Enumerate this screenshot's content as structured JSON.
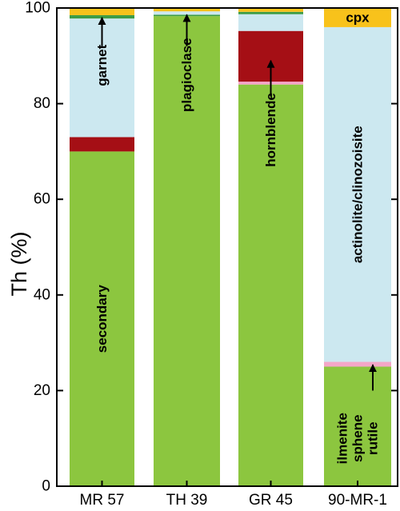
{
  "chart_data": {
    "type": "bar",
    "stacked": true,
    "ylabel": "Th (%)",
    "ylim": [
      0,
      100
    ],
    "yticks": [
      0,
      20,
      40,
      60,
      80,
      100
    ],
    "categories": [
      "MR 57",
      "TH 39",
      "GR 45",
      "90-MR-1"
    ],
    "segments": [
      {
        "category": "MR 57",
        "from": 0,
        "to": 70,
        "color": "#8cc63f"
      },
      {
        "category": "MR 57",
        "from": 70,
        "to": 73,
        "color": "#a50f15"
      },
      {
        "category": "MR 57",
        "from": 73,
        "to": 97.8,
        "color": "#cce8f0"
      },
      {
        "category": "MR 57",
        "from": 97.8,
        "to": 98.5,
        "color": "#3e9c45"
      },
      {
        "category": "MR 57",
        "from": 98.5,
        "to": 100,
        "color": "#f8c21b"
      },
      {
        "category": "TH 39",
        "from": 0,
        "to": 98.3,
        "color": "#8cc63f"
      },
      {
        "category": "TH 39",
        "from": 98.3,
        "to": 98.6,
        "color": "#3e9c45"
      },
      {
        "category": "TH 39",
        "from": 98.6,
        "to": 99.3,
        "color": "#cce8f0"
      },
      {
        "category": "TH 39",
        "from": 99.3,
        "to": 100,
        "color": "#f8c21b"
      },
      {
        "category": "GR 45",
        "from": 0,
        "to": 84,
        "color": "#8cc63f"
      },
      {
        "category": "GR 45",
        "from": 84,
        "to": 84.6,
        "color": "#f4a6c8"
      },
      {
        "category": "GR 45",
        "from": 84.6,
        "to": 95.2,
        "color": "#a50f15"
      },
      {
        "category": "GR 45",
        "from": 95.2,
        "to": 98.7,
        "color": "#cce8f0"
      },
      {
        "category": "GR 45",
        "from": 98.7,
        "to": 99.2,
        "color": "#3e9c45"
      },
      {
        "category": "GR 45",
        "from": 99.2,
        "to": 100,
        "color": "#f8c21b"
      },
      {
        "category": "90-MR-1",
        "from": 0,
        "to": 25,
        "color": "#8cc63f"
      },
      {
        "category": "90-MR-1",
        "from": 25,
        "to": 26,
        "color": "#f4a6c8"
      },
      {
        "category": "90-MR-1",
        "from": 26,
        "to": 96,
        "color": "#cce8f0"
      },
      {
        "category": "90-MR-1",
        "from": 96,
        "to": 100,
        "color": "#f8c21b"
      }
    ],
    "annotations": [
      {
        "text": "secondary",
        "category": "MR 57",
        "y": 35,
        "rotate": true
      },
      {
        "text": "garnet",
        "category": "MR 57",
        "y": 88,
        "rotate": true,
        "arrow_from": 92,
        "arrow_to": 98
      },
      {
        "text": "plagioclase",
        "category": "TH 39",
        "y": 86,
        "rotate": true,
        "arrow_from": 92,
        "arrow_to": 98.6
      },
      {
        "text": "hornblende",
        "category": "GR 45",
        "y": 74.5,
        "rotate": true,
        "arrow_from": 81.5,
        "arrow_to": 89
      },
      {
        "text": "actinolite/clinozoisite",
        "category": "90-MR-1",
        "y": 61,
        "rotate": true
      },
      {
        "text": "cpx",
        "category": "90-MR-1",
        "y": 98,
        "rotate": false
      },
      {
        "text": "ilmenite",
        "category": "90-MR-1",
        "y": 10,
        "rotate": true,
        "offset": -1
      },
      {
        "text": "sphene",
        "category": "90-MR-1",
        "y": 10,
        "rotate": true,
        "offset": 0
      },
      {
        "text": "rutile",
        "category": "90-MR-1",
        "y": 10,
        "rotate": true,
        "offset": 1,
        "arrow_from": 20,
        "arrow_to": 25.4
      }
    ]
  }
}
